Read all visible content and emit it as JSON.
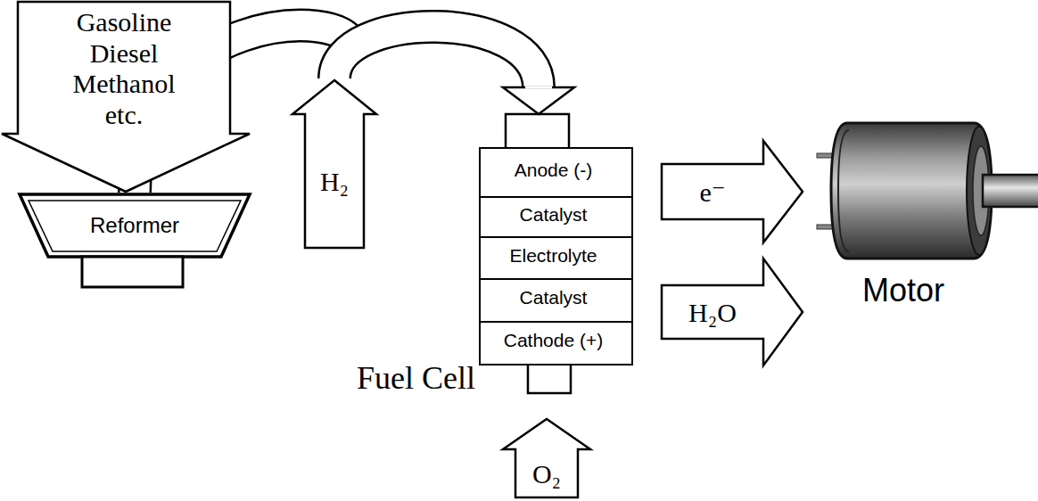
{
  "diagram": {
    "nodes": [
      {
        "text": [
          "Gasoline Diesel Methanol etc."
        ]
      },
      {
        "text": [
          "Reformer"
        ]
      },
      {
        "text": [
          "H₂"
        ]
      },
      {
        "text": [
          "Anode (-)"
        ]
      },
      {
        "text": [
          "Catalyst"
        ]
      },
      {
        "text": [
          "Electrolyte"
        ]
      },
      {
        "text": [
          "Catalyst"
        ]
      },
      {
        "text": [
          "Cathode (+)"
        ]
      },
      {
        "text": [
          "e⁻"
        ]
      },
      {
        "text": [
          "H₂O"
        ]
      },
      {
        "text": [
          "O₂"
        ]
      }
    ],
    "edges": [
      {
        "from": 1,
        "to": 2,
        "arrow": "none"
      },
      {
        "from": 2,
        "to": 3,
        "arrow": "to"
      }
    ],
    "labels": [
      "Fuel Cell",
      "Motor"
    ]
  }
}
